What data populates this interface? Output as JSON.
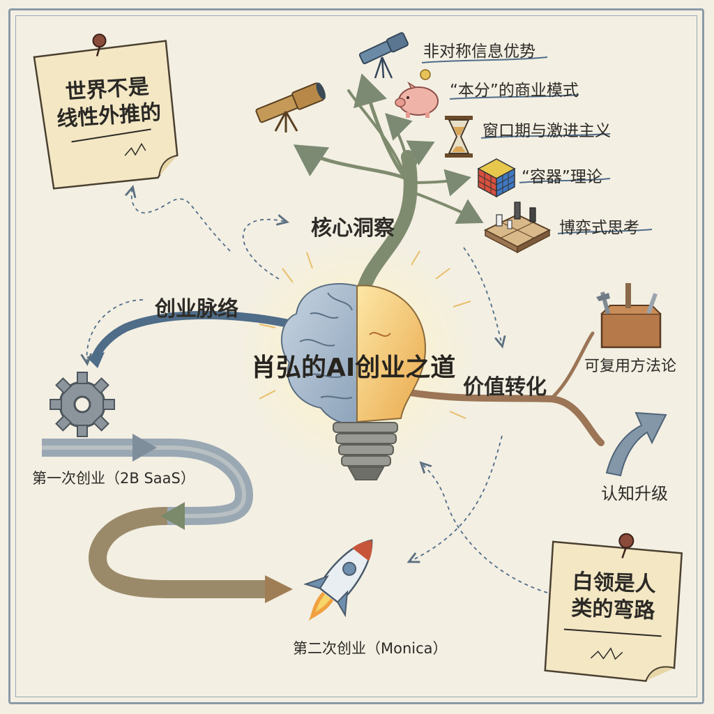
{
  "title": "肖弘的AI创业之道",
  "branches": {
    "insight": "核心洞察",
    "history": "创业脉络",
    "value": "价值转化"
  },
  "insights": [
    {
      "label": "非对称信息优势",
      "icon": "telescope-icon"
    },
    {
      "label": "“本分”的商业模式",
      "icon": "piggy-bank-icon"
    },
    {
      "label": "窗口期与激进主义",
      "icon": "hourglass-icon"
    },
    {
      "label": "“容器”理论",
      "icon": "rubiks-cube-icon"
    },
    {
      "label": "博弈式思考",
      "icon": "chessboard-icon"
    }
  ],
  "value_items": {
    "methodology": "可复用方法论",
    "upgrade": "认知升级"
  },
  "ventures": {
    "first": "第一次创业（2B SaaS）",
    "second": "第二次创业（Monica）"
  },
  "notes": {
    "top_left": "世界不是\n线性外推的",
    "bottom_right": "白领是人\n类的弯路"
  },
  "colors": {
    "paper": "#f3efe3",
    "brain_blue": "#9fb3c8",
    "bulb_yellow": "#f4c76a",
    "branch_green": "#8a9678",
    "branch_brown": "#9b7556",
    "arrow_blue": "#5d7890",
    "note_paper": "#f3e7c4"
  }
}
